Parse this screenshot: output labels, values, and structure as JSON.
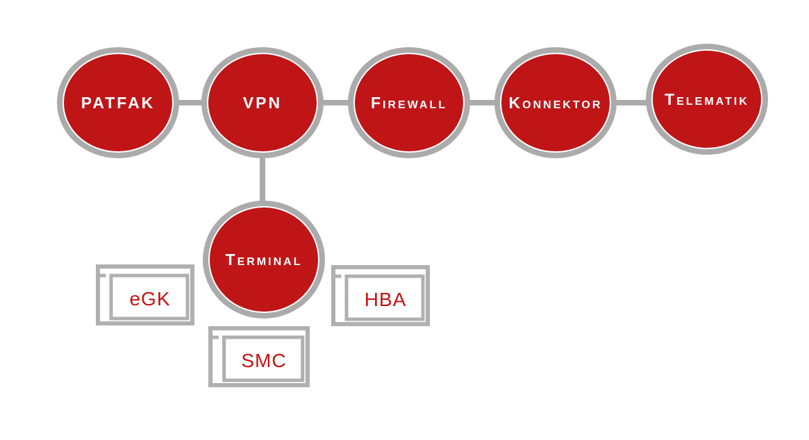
{
  "diagram": {
    "nodes": [
      {
        "id": "patfak",
        "label": "PATFAK"
      },
      {
        "id": "vpn",
        "label": "VPN"
      },
      {
        "id": "firewall",
        "label": "Firewall"
      },
      {
        "id": "konnektor",
        "label": "Konnektor"
      },
      {
        "id": "telematik",
        "label": "Telematik"
      },
      {
        "id": "terminal",
        "label": "Terminal"
      }
    ],
    "cards": [
      {
        "id": "egk",
        "label": "eGK"
      },
      {
        "id": "hba",
        "label": "HBA"
      },
      {
        "id": "smc",
        "label": "SMC"
      }
    ],
    "connections": [
      {
        "from": "PATFAK",
        "to": "VPN"
      },
      {
        "from": "VPN",
        "to": "Firewall"
      },
      {
        "from": "Firewall",
        "to": "Konnektor"
      },
      {
        "from": "Konnektor",
        "to": "Telematik"
      },
      {
        "from": "VPN",
        "to": "Terminal"
      }
    ],
    "colors": {
      "background": "#ffffff",
      "node_fill": "#bf1517",
      "node_ring": "#ababab",
      "node_label_text": "#ffffff",
      "connector": "#ababab",
      "card_border": "#b0b0b0",
      "card_label_text": "#c41313"
    }
  }
}
